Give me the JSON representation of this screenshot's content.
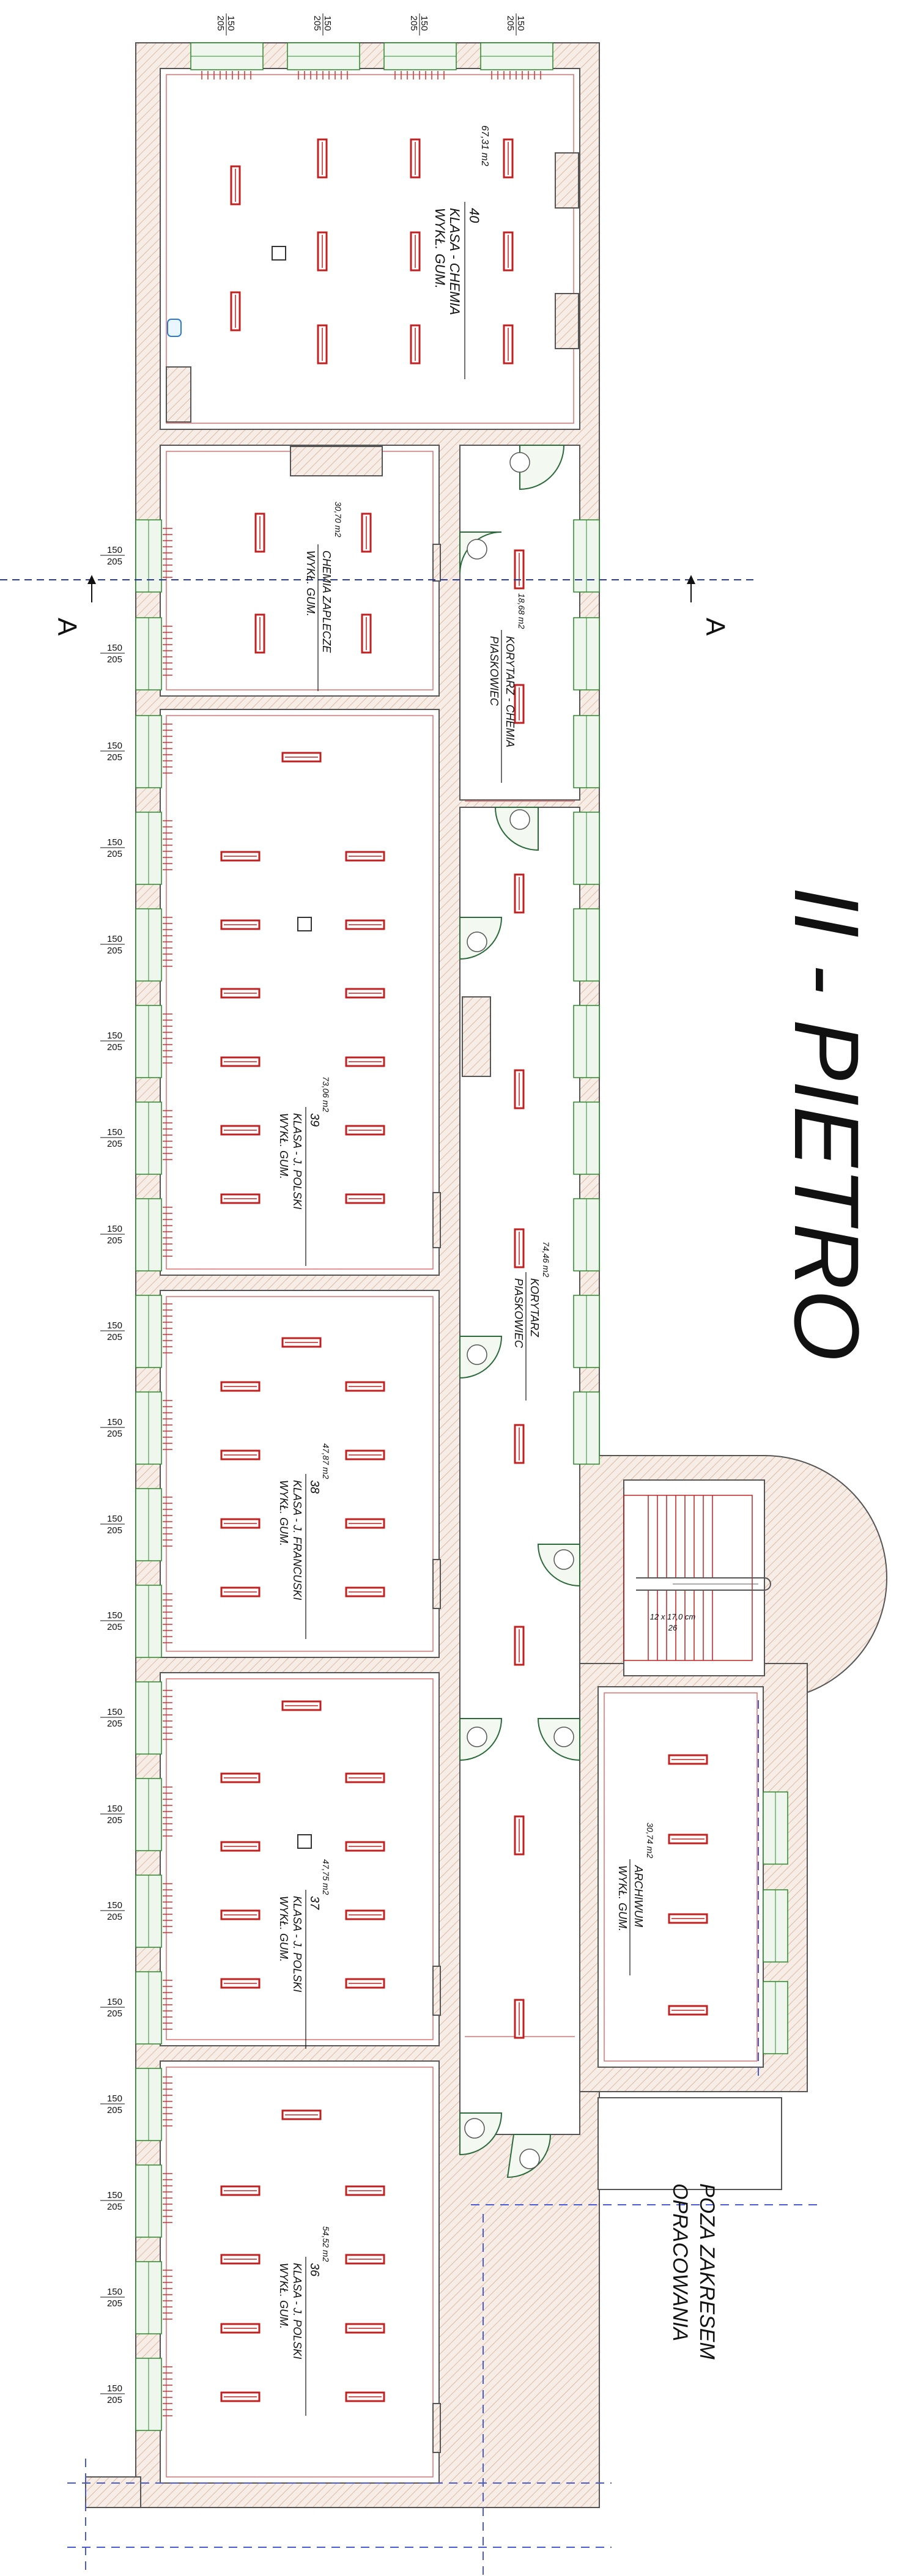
{
  "floor_title": "II - PIETRO",
  "section": {
    "left": "A",
    "right": "A"
  },
  "outside_note": {
    "line1": "POZA  ZAKRESEM",
    "line2": "OPRACOWANIA"
  },
  "stair_label": "12 x 17,0 cm",
  "stair_sub": "26",
  "dimension": {
    "width": "150",
    "height": "205"
  },
  "rooms": [
    {
      "id": "40",
      "name": "KLASA - CHEMIA",
      "floor": "WYKŁ. GUM.",
      "area": "67,31 m2"
    },
    {
      "id": "",
      "name": "CHEMIA ZAPLECZE",
      "floor": "WYKŁ. GUM.",
      "area": "30,70 m2"
    },
    {
      "id": "",
      "name": "KORYTARZ - CHEMIA",
      "floor": "PIASKOWIEC",
      "area": "18,68 m2"
    },
    {
      "id": "39",
      "name": "KLASA - J. POLSKI",
      "floor": "WYKŁ. GUM.",
      "area": "73,06 m2"
    },
    {
      "id": "",
      "name": "KORYTARZ",
      "floor": "PIASKOWIEC",
      "area": "74,46 m2"
    },
    {
      "id": "38",
      "name": "KLASA - J. FRANCUSKI",
      "floor": "WYKŁ. GUM.",
      "area": "47,87 m2"
    },
    {
      "id": "",
      "name": "ARCHIWUM",
      "floor": "WYKŁ. GUM.",
      "area": "30,74 m2"
    },
    {
      "id": "37",
      "name": "KLASA - J. POLSKI",
      "floor": "WYKŁ. GUM.",
      "area": "47,75 m2"
    },
    {
      "id": "36",
      "name": "KLASA - J. POLSKI",
      "floor": "WYKŁ. GUM.",
      "area": "54,52 m2"
    }
  ]
}
